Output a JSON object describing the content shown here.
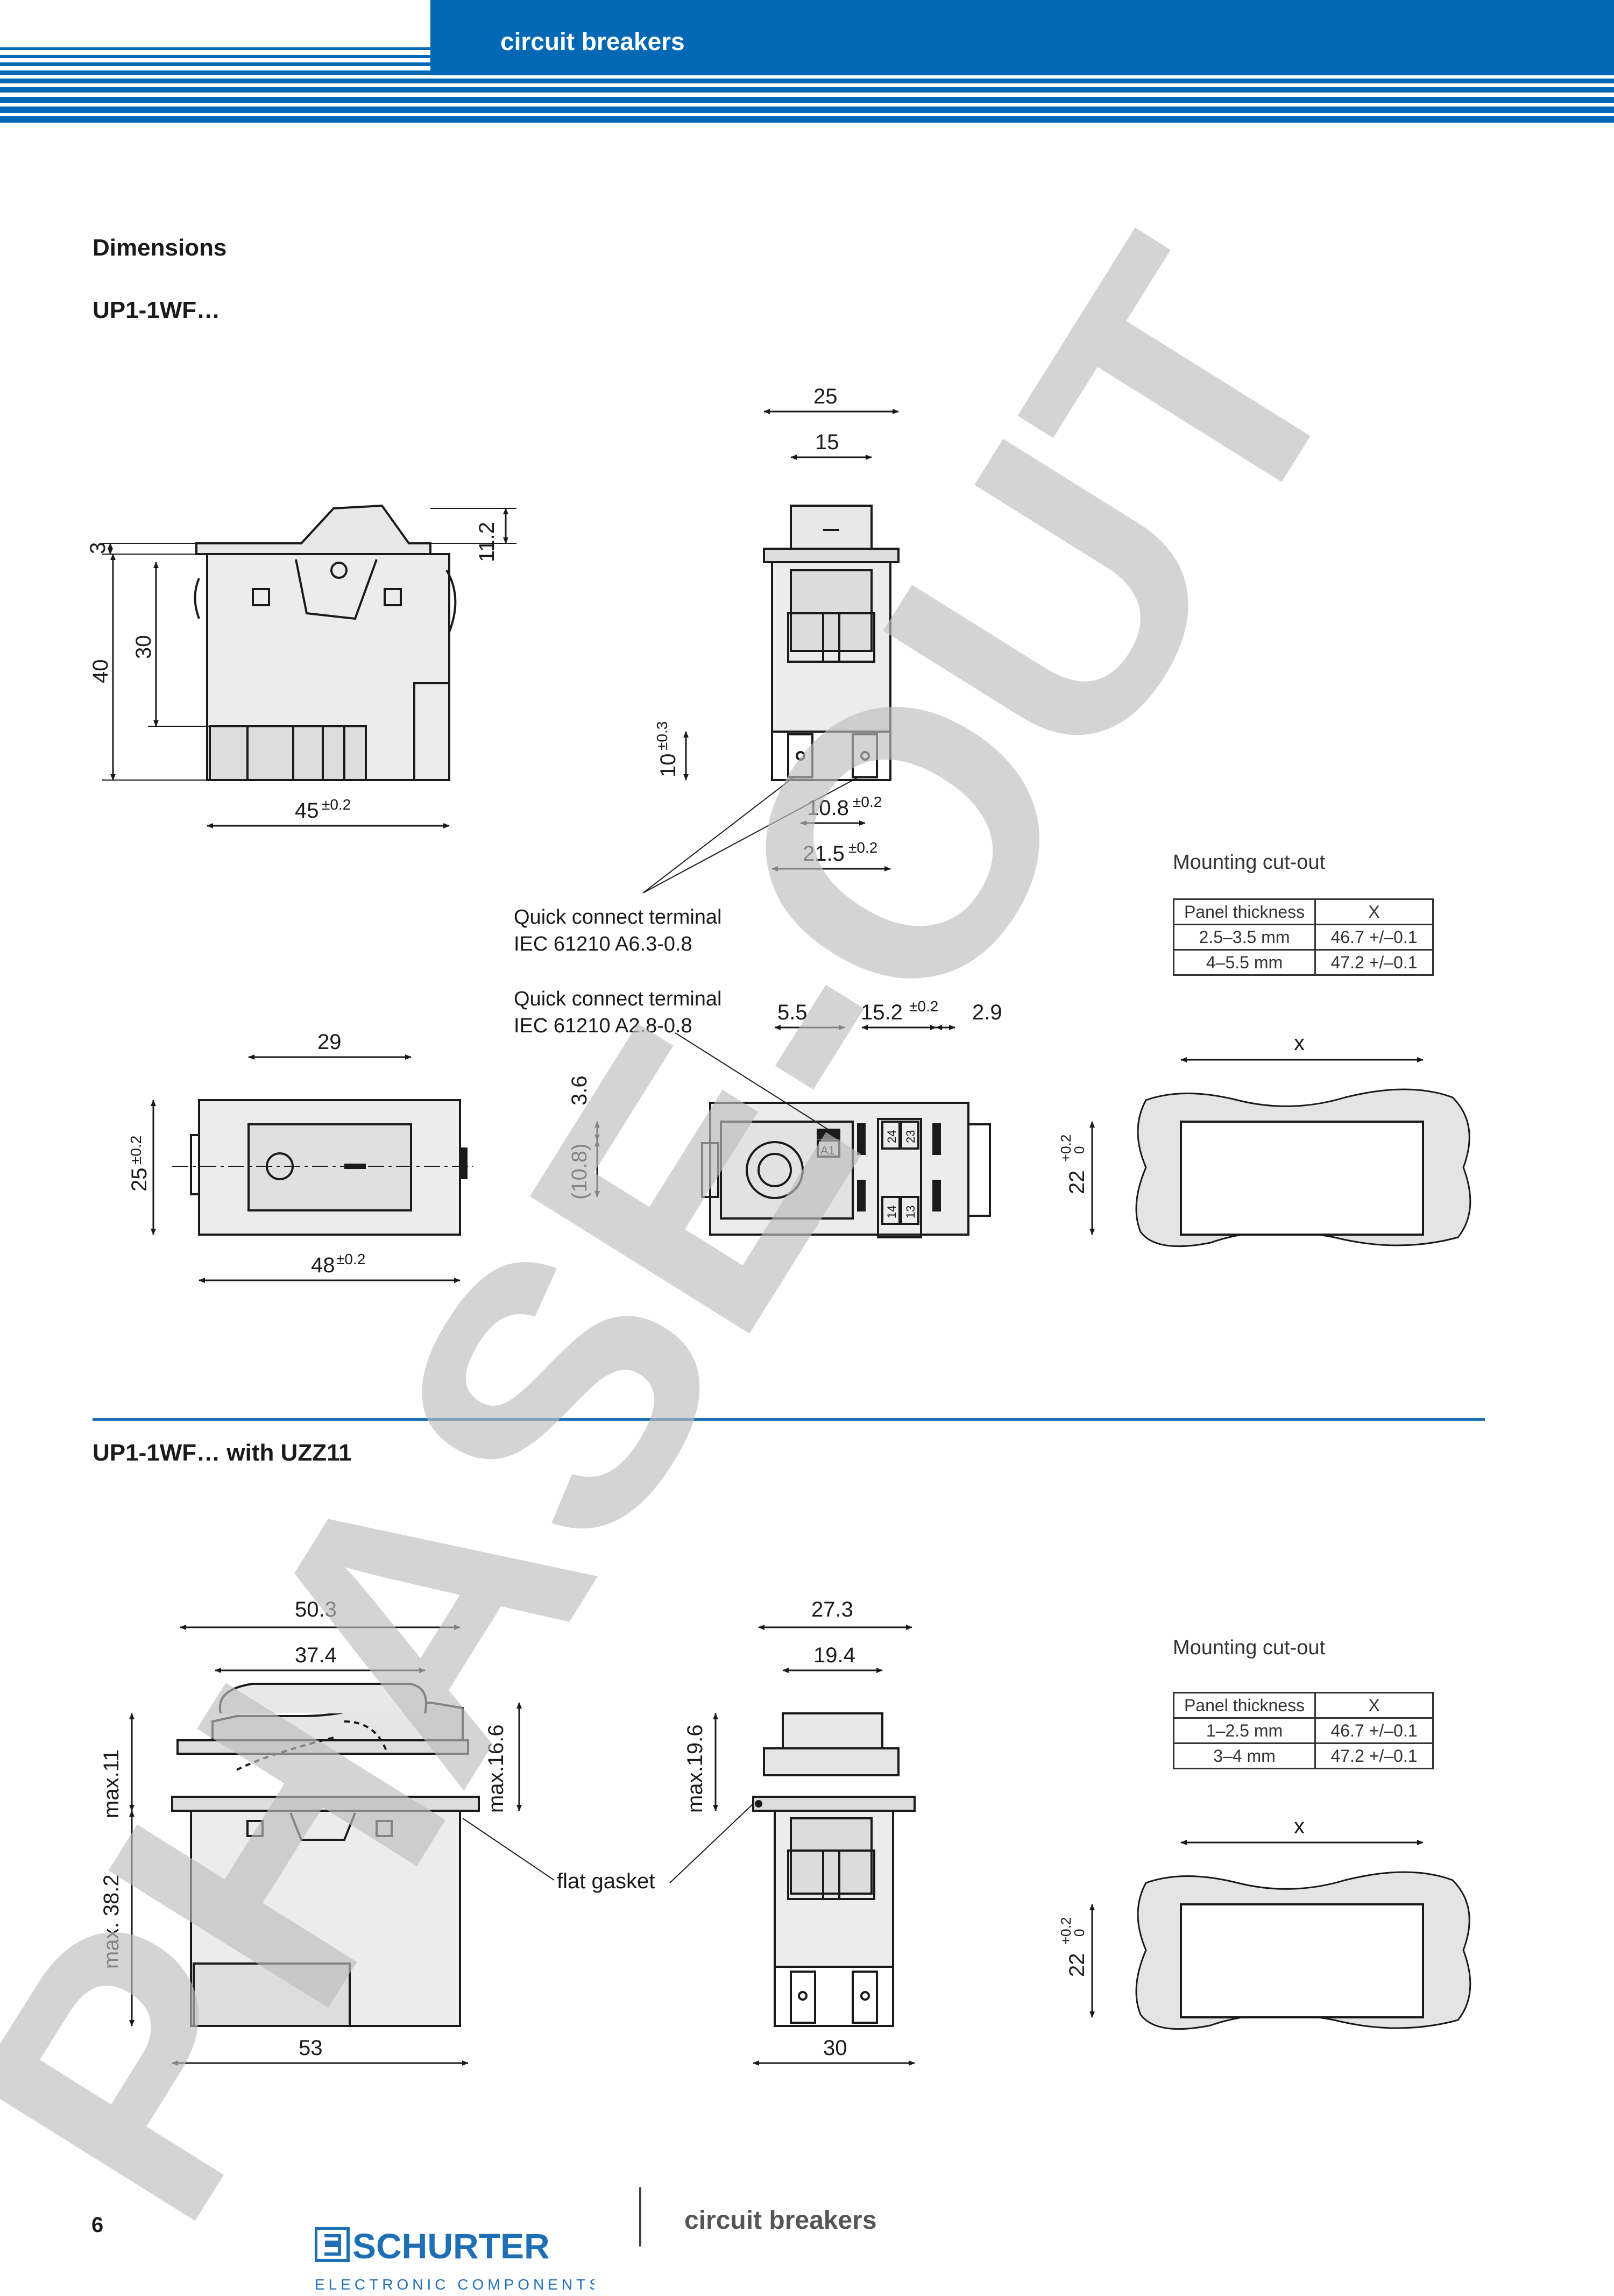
{
  "header": {
    "title": "circuit breakers"
  },
  "section1": {
    "heading": "Dimensions",
    "subheading": "UP1-1WF…"
  },
  "section2": {
    "subheading": "UP1-1WF… with UZZ11"
  },
  "fig1": {
    "side_dims": {
      "top": "3",
      "h30": "30",
      "h40": "40",
      "w45": "45",
      "w45_tol": "±0.2",
      "h112": "11.2"
    },
    "front_dims": {
      "w25": "25",
      "w15": "15",
      "h10": "10",
      "h10_tol": "±0.3",
      "w108": "10.8",
      "w108_tol": "±0.2",
      "w215": "21.5",
      "w215_tol": "±0.2"
    },
    "top_dims": {
      "w29": "29",
      "h25": "25",
      "h25_tol": "±0.2",
      "w48": "48",
      "w48_tol": "±0.2"
    },
    "bottom_dims": {
      "d55": "5.5",
      "d152": "15.2",
      "d152_tol": "±0.2",
      "d29": "2.9",
      "d36": "3.6",
      "d108": "(10.8)",
      "label_a1": "A1",
      "label_24": "24",
      "label_23": "23",
      "label_14": "14",
      "label_13": "13"
    },
    "qc1": {
      "line1": "Quick connect terminal",
      "line2": "IEC 61210 A6.3-0.8"
    },
    "qc2": {
      "line1": "Quick connect terminal",
      "line2": "IEC 61210 A2.8-0.8"
    },
    "cutout": {
      "title": "Mounting cut-out",
      "header": [
        "Panel thickness",
        "X"
      ],
      "rows": [
        [
          "2.5–3.5 mm",
          "46.7 +/–0.1"
        ],
        [
          "4–5.5 mm",
          "47.2 +/–0.1"
        ]
      ],
      "x": "x",
      "h22": "22",
      "tol_plus": "+0.2",
      "tol_zero": "0"
    }
  },
  "fig2": {
    "side_dims": {
      "w503": "50.3",
      "w374": "37.4",
      "max11": "max.11",
      "max166": "max.16.6",
      "max382": "max. 38.2",
      "w53": "53",
      "gasket": "flat gasket"
    },
    "front_dims": {
      "w273": "27.3",
      "w194": "19.4",
      "max196": "max.19.6",
      "w30": "30"
    },
    "cutout": {
      "title": "Mounting cut-out",
      "header": [
        "Panel thickness",
        "X"
      ],
      "rows": [
        [
          "1–2.5 mm",
          "46.7 +/–0.1"
        ],
        [
          "3–4 mm",
          "47.2 +/–0.1"
        ]
      ],
      "x": "x",
      "h22": "22",
      "tol_plus": "+0.2",
      "tol_zero": "0"
    }
  },
  "watermark": {
    "text": "PHASE-OUT"
  },
  "footer": {
    "brand": "SCHURTER",
    "brand_sub": "ELECTRONIC COMPONENTS",
    "title": "circuit breakers",
    "page": "6"
  },
  "colors": {
    "header_blue": "#0068b4",
    "rule_blue": "#1f6fb5",
    "watermark_gray": "#d4d4d4"
  }
}
